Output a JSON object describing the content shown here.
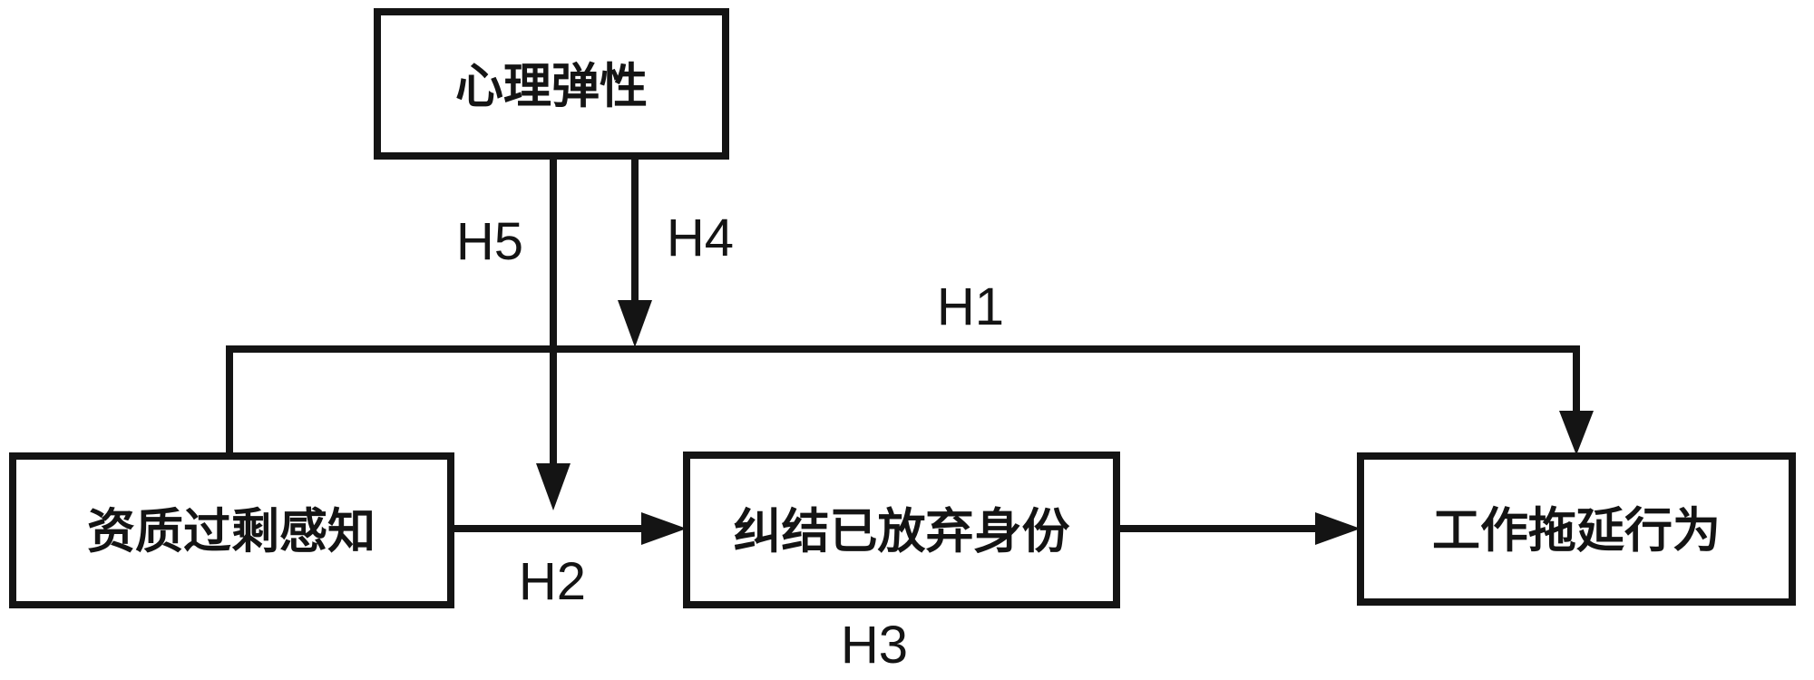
{
  "diagram": {
    "type": "hypothesis-model",
    "background_color": "#ffffff",
    "line_color": "#141414",
    "nodes": [
      {
        "id": "resilience",
        "label": "心理弹性"
      },
      {
        "id": "overqualification",
        "label": "资质过剩感知"
      },
      {
        "id": "rumination",
        "label": "纠结已放弃身份"
      },
      {
        "id": "procrastination",
        "label": "工作拖延行为"
      }
    ],
    "edges": [
      {
        "id": "h1",
        "label": "H1",
        "from": "overqualification",
        "to": "procrastination"
      },
      {
        "id": "h2",
        "label": "H2",
        "from": "overqualification",
        "to": "rumination"
      },
      {
        "id": "h3",
        "label": "H3",
        "from": "rumination",
        "to": "procrastination"
      },
      {
        "id": "h4",
        "label": "H4",
        "from": "resilience",
        "to": "h1-path"
      },
      {
        "id": "h5",
        "label": "H5",
        "from": "resilience",
        "to": "h2-path"
      }
    ]
  }
}
